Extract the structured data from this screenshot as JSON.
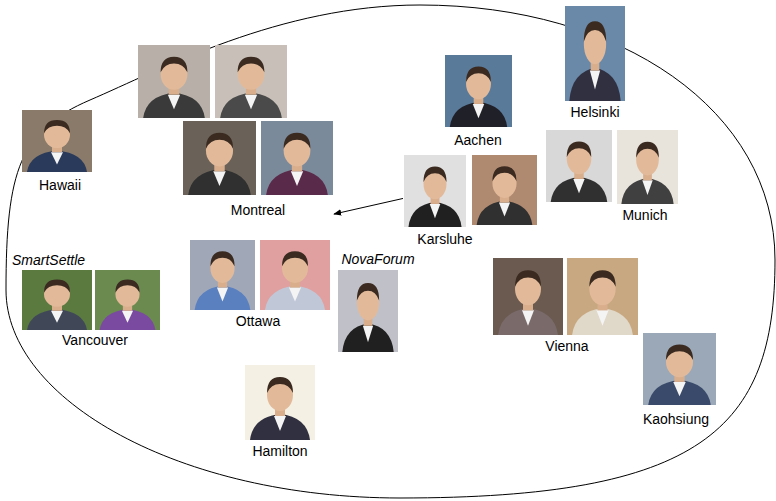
{
  "diagram": {
    "nodes": [
      {
        "text": [
          "Montreal"
        ]
      },
      {
        "text": [
          "Helsinki"
        ]
      },
      {
        "text": [
          "Aachen"
        ]
      },
      {
        "text": [
          "Hawaii"
        ]
      },
      {
        "text": [
          "Munich"
        ]
      },
      {
        "text": [
          "Karsluhe"
        ]
      },
      {
        "text": [
          "SmartSettle",
          "Vancouver"
        ]
      },
      {
        "text": [
          "Ottawa"
        ]
      },
      {
        "text": [
          "NovaForum"
        ]
      },
      {
        "text": [
          "Vienna"
        ]
      },
      {
        "text": [
          "Kaohsiung"
        ]
      },
      {
        "text": [
          "Hamilton"
        ]
      }
    ],
    "edges": [
      {
        "from": 5,
        "to": 0,
        "arrow": "to"
      }
    ]
  }
}
